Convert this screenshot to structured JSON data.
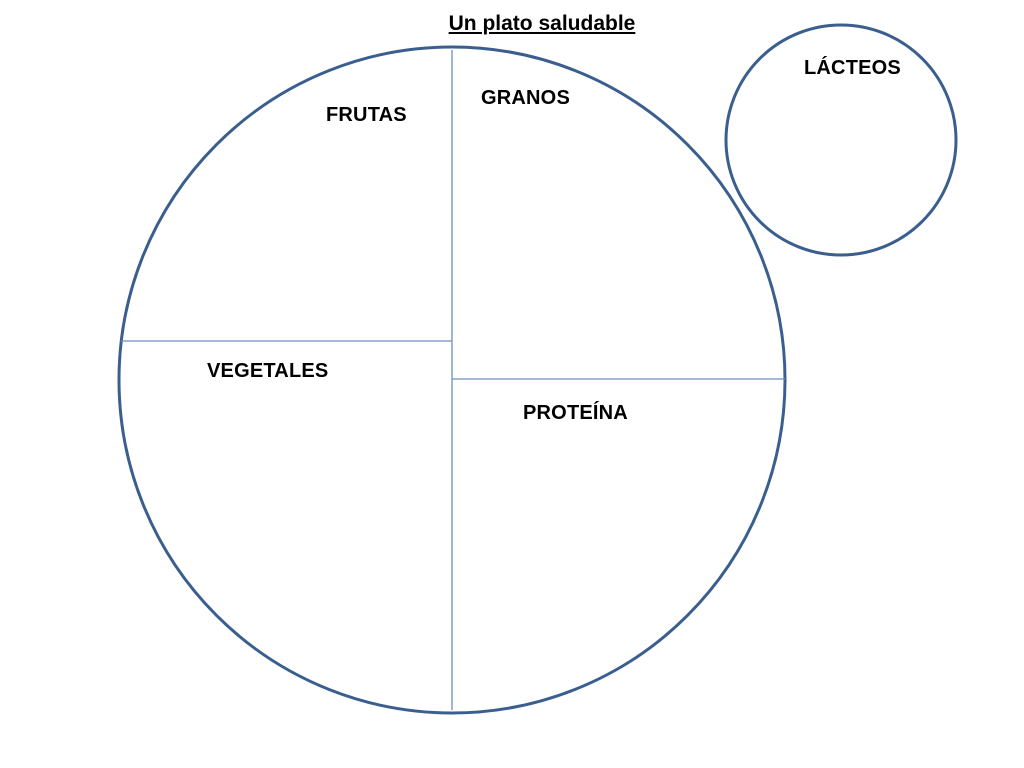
{
  "title": "Un plato saludable",
  "sections": {
    "frutas": "FRUTAS",
    "granos": "GRANOS",
    "vegetales": "VEGETALES",
    "proteina": "PROTEÍNA",
    "lacteos": "LÁCTEOS"
  },
  "colors": {
    "outline": "#3a5f8f",
    "divider": "#6d8fbd",
    "text": "#000000"
  }
}
